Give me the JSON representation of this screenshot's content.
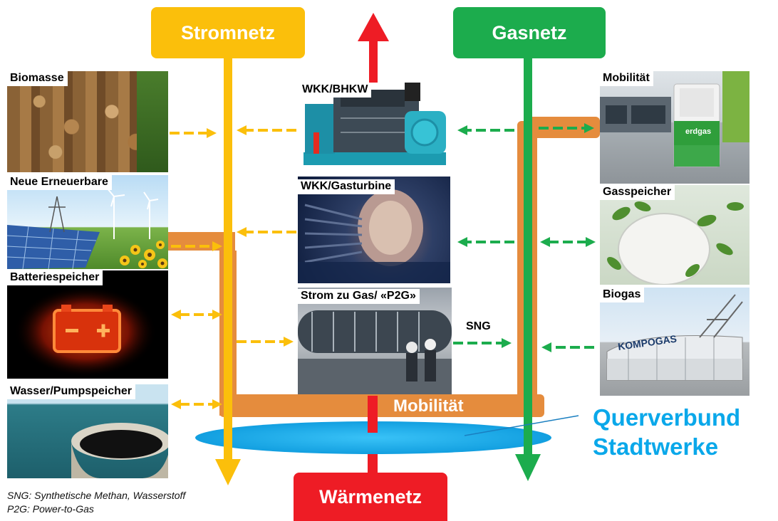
{
  "networks": {
    "strom": "Stromnetz",
    "gas": "Gasnetz",
    "waerme": "Wärmenetz"
  },
  "left_sources": [
    {
      "label": "Biomasse"
    },
    {
      "label": "Neue Erneuerbare"
    },
    {
      "label": "Batteriespeicher"
    },
    {
      "label": "Wasser/Pumpspeicher"
    }
  ],
  "center_plants": [
    {
      "label": "WKK/BHKW"
    },
    {
      "label": "WKK/Gasturbine"
    },
    {
      "label": "Strom zu Gas/ «P2G»"
    }
  ],
  "right_items": [
    {
      "label": "Mobilität"
    },
    {
      "label": "Gasspeicher"
    },
    {
      "label": "Biogas"
    }
  ],
  "sng_label": "SNG",
  "mobilitaet_bar_label": "Mobilität",
  "erdgas_sign": "erdgas",
  "kompogas_sign": "KOMPOGAS",
  "querverbund": {
    "line1": "Querverbund",
    "line2": "Stadtwerke"
  },
  "footnotes": {
    "line1": "SNG: Synthetische Methan, Wasserstoff",
    "line2": "P2G: Power-to-Gas"
  },
  "colors": {
    "strom": "#fbbf0b",
    "gas": "#1cac4d",
    "waerme": "#ee1c25",
    "mobility": "#e58c3d",
    "querverbund": "#0aa8ea"
  }
}
